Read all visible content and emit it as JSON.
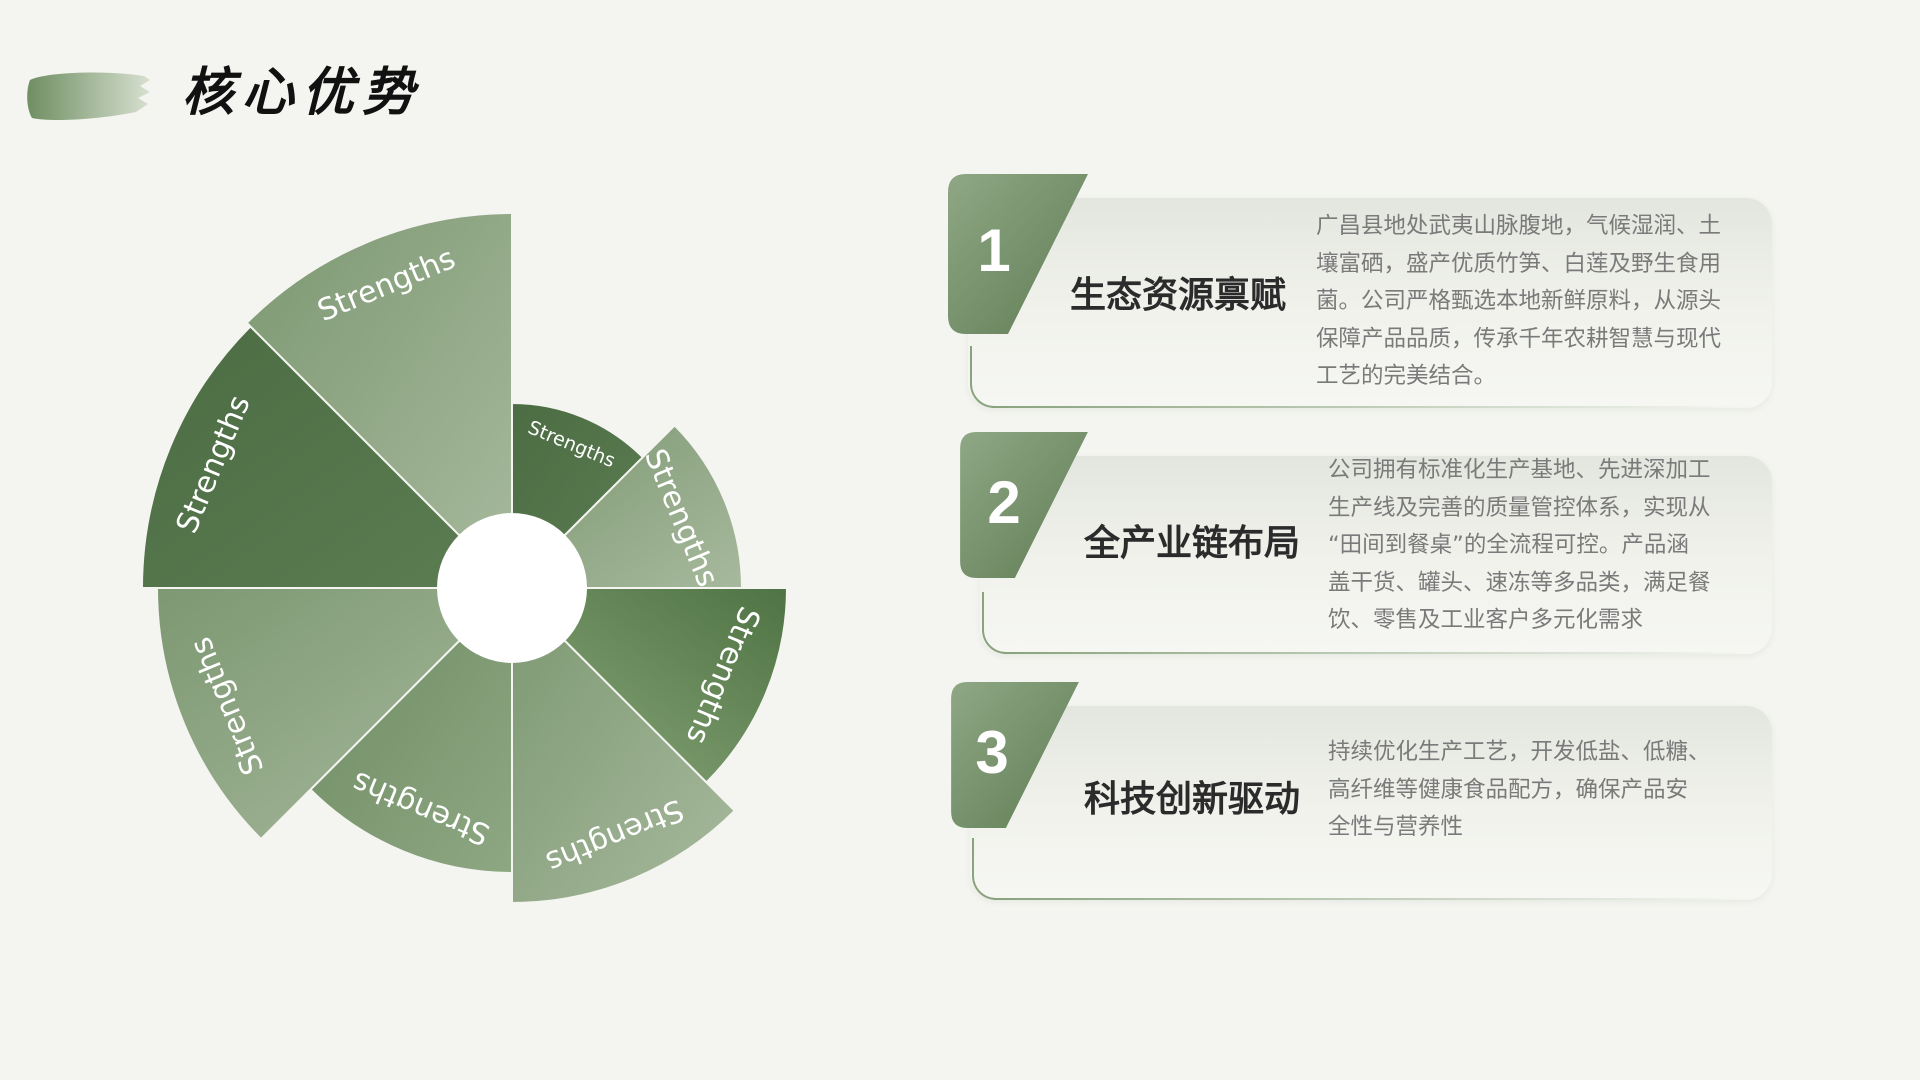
{
  "page": {
    "title": "核心优势"
  },
  "wheel": {
    "wedge_label": "Strengths",
    "colors": {
      "dark": "#4f6f45",
      "mid": "#7c9870",
      "light": "#a1b596",
      "center": "#ffffff"
    }
  },
  "cards": [
    {
      "number": "1",
      "title": "生态资源禀赋",
      "lines": [
        "广昌县地处武夷山脉腹地，气候湿润、土",
        "壤富硒，盛产优质竹笋、白莲及野生食用",
        "菌。公司严格甄选本地新鲜原料，从源头",
        "保障产品品质，传承千年农耕智慧与现代",
        "工艺的完美结合。"
      ]
    },
    {
      "number": "2",
      "title": "全产业链布局",
      "lines": [
        "公司拥有标准化生产基地、先进深加工",
        "生产线及完善的质量管控体系，实现从",
        "“田间到餐桌”的全流程可控。产品涵",
        "盖干货、罐头、速冻等多品类，满足餐",
        "饮、零售及工业客户多元化需求"
      ]
    },
    {
      "number": "3",
      "title": "科技创新驱动",
      "lines": [
        "持续优化生产工艺，开发低盐、低糖、",
        "高纤维等健康食品配方，确保产品安",
        "全性与营养性"
      ]
    }
  ]
}
